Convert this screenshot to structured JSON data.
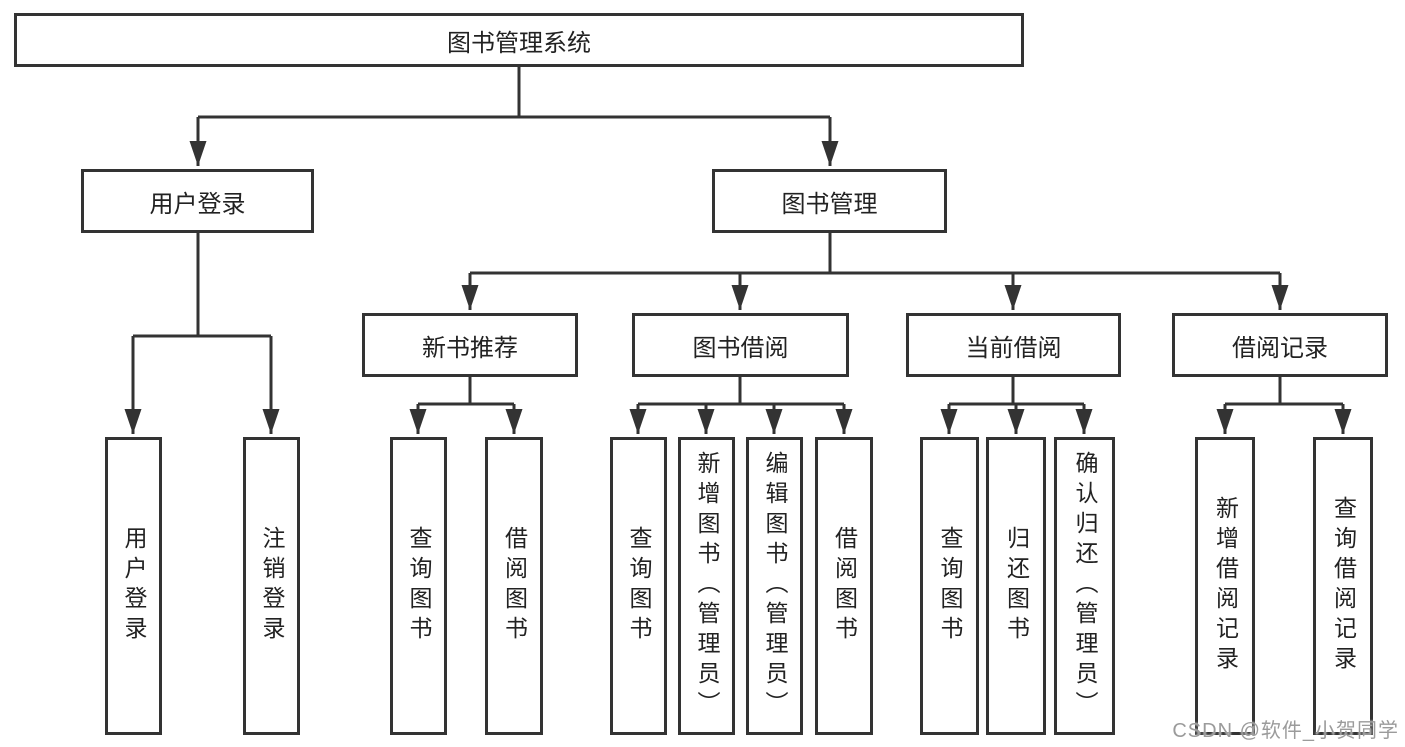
{
  "tree": {
    "label": "图书管理系统",
    "children": [
      {
        "label": "用户登录",
        "children": [
          {
            "label": "用户登录"
          },
          {
            "label": "注销登录"
          }
        ]
      },
      {
        "label": "图书管理",
        "children": [
          {
            "label": "新书推荐",
            "children": [
              {
                "label": "查询图书"
              },
              {
                "label": "借阅图书"
              }
            ]
          },
          {
            "label": "图书借阅",
            "children": [
              {
                "label": "查询图书"
              },
              {
                "label": "新增图书（管理员）"
              },
              {
                "label": "编辑图书（管理员）"
              },
              {
                "label": "借阅图书"
              }
            ]
          },
          {
            "label": "当前借阅",
            "children": [
              {
                "label": "查询图书"
              },
              {
                "label": "归还图书"
              },
              {
                "label": "确认归还（管理员）"
              }
            ]
          },
          {
            "label": "借阅记录",
            "children": [
              {
                "label": "新增借阅记录"
              },
              {
                "label": "查询借阅记录"
              }
            ]
          }
        ]
      }
    ]
  },
  "watermark": {
    "text": "CSDN @软件_小贺同学"
  },
  "colors": {
    "line": "#333333",
    "box_border": "#333333",
    "box_background": "#ffffff",
    "text": "#222222",
    "watermark": "#9b9b9b",
    "page_background": "#ffffff"
  }
}
